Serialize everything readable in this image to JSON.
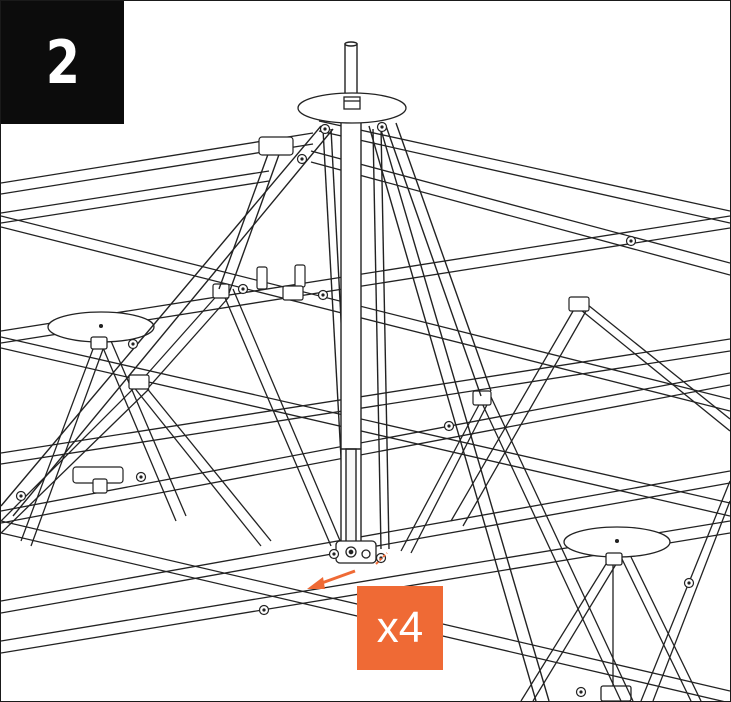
{
  "step": {
    "number": "2"
  },
  "callout": {
    "quantity": "x4"
  },
  "colors": {
    "frame_stroke": "#1a1a1a",
    "step_badge_bg": "#0c0c0c",
    "callout_bg": "#ef6a35",
    "arrow": "#ef6a35"
  },
  "icons": [
    "tent-frame-illustration",
    "hub-disc-icon",
    "direction-arrow-icon"
  ]
}
